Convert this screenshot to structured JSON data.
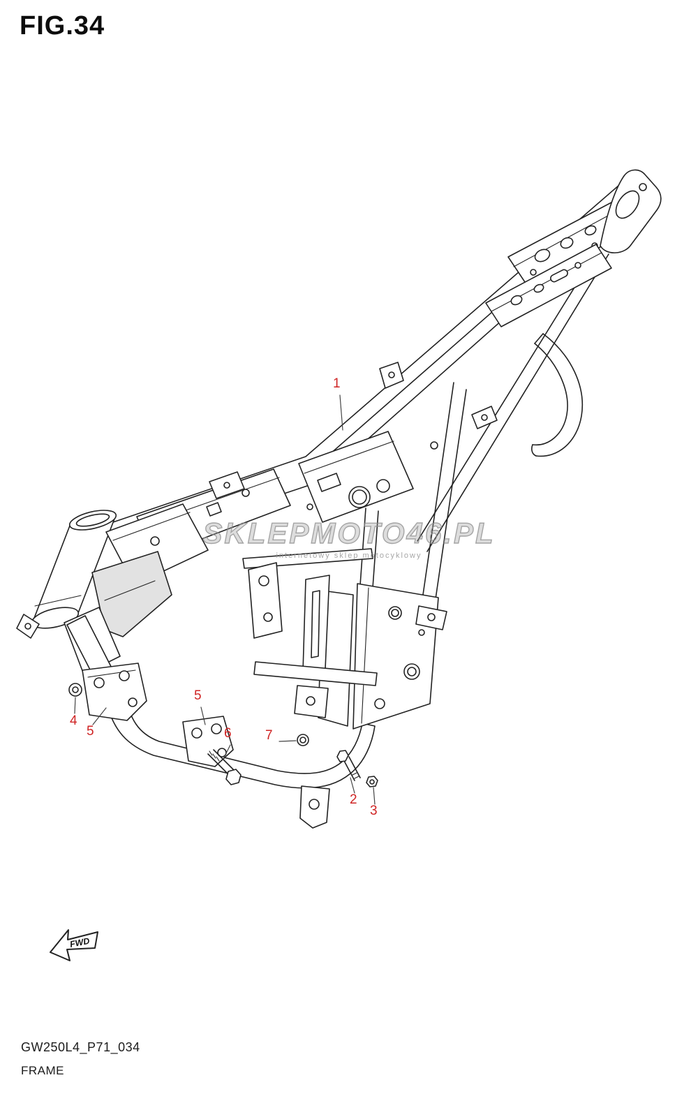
{
  "figure": {
    "title": "FIG.34"
  },
  "callouts": [
    {
      "id": "1",
      "label": "1"
    },
    {
      "id": "2",
      "label": "2"
    },
    {
      "id": "3",
      "label": "3"
    },
    {
      "id": "4",
      "label": "4"
    },
    {
      "id": "5a",
      "label": "5"
    },
    {
      "id": "5b",
      "label": "5"
    },
    {
      "id": "6",
      "label": "6"
    },
    {
      "id": "7",
      "label": "7"
    }
  ],
  "watermark": {
    "text": "SKLEPMOTO46.PL",
    "tagline": "internetowy sklep motocyklowy"
  },
  "fwd": {
    "label": "FWD"
  },
  "footer": {
    "part_code": "GW250L4_P71_034",
    "part_name": "FRAME"
  },
  "colors": {
    "callout_red": "#cf2424",
    "line": "#222222",
    "watermark_gray": "#9e9e9e",
    "background": "#ffffff"
  }
}
